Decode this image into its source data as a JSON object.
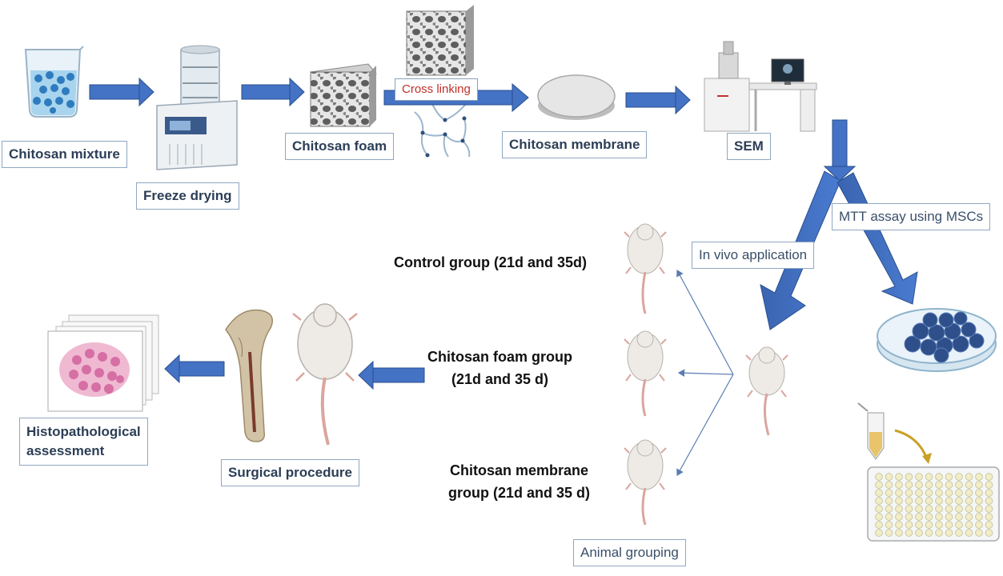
{
  "labels": {
    "chitosan_mixture": "Chitosan mixture",
    "freeze_drying": "Freeze drying",
    "chitosan_foam": "Chitosan foam",
    "cross_linking": "Cross linking",
    "chitosan_membrane": "Chitosan membrane",
    "sem": "SEM",
    "mtt_assay": "MTT assay using MSCs",
    "in_vivo": "In vivo application",
    "animal_grouping": "Animal grouping",
    "surgical_procedure": "Surgical procedure",
    "histo_line1": "Histopathological",
    "histo_line2": "assessment"
  },
  "groups": {
    "control": "Control group (21d and 35d)",
    "foam_line1": "Chitosan foam group",
    "foam_line2": "(21d and 35 d)",
    "membrane_line1": "Chitosan membrane",
    "membrane_line2": "group (21d and 35 d)"
  },
  "colors": {
    "arrow": "#4472c4",
    "arrow_dark": "#2a4f8f",
    "label_border": "#8fa7c2",
    "cross_linking_text": "#c0302a",
    "rat_body": "#eeeae6",
    "rat_tail": "#d9a69e"
  }
}
